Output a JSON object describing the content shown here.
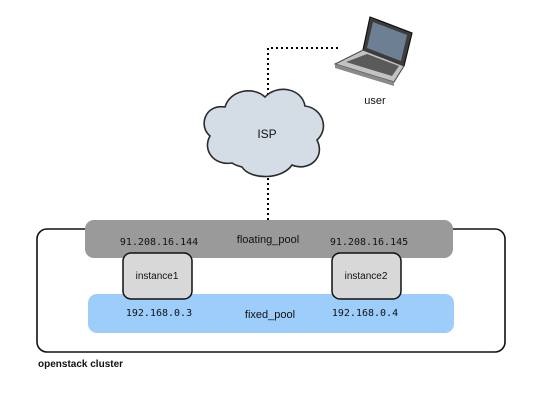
{
  "user": {
    "label": "user",
    "icon": "laptop-icon"
  },
  "isp": {
    "label": "ISP",
    "icon": "cloud-icon"
  },
  "cluster": {
    "label": "openstack cluster"
  },
  "floating_pool": {
    "label": "floating_pool",
    "ip_left": "91.208.16.144",
    "ip_right": "91.208.16.145"
  },
  "fixed_pool": {
    "label": "fixed_pool",
    "ip_left": "192.168.0.3",
    "ip_right": "192.168.0.4"
  },
  "instances": [
    {
      "label": "instance1"
    },
    {
      "label": "instance2"
    }
  ],
  "colors": {
    "floating_pool": "#9a9a9a",
    "fixed_pool": "#9dcdfb",
    "instance": "#d8d8d8",
    "cloud": "#d4dde6"
  }
}
